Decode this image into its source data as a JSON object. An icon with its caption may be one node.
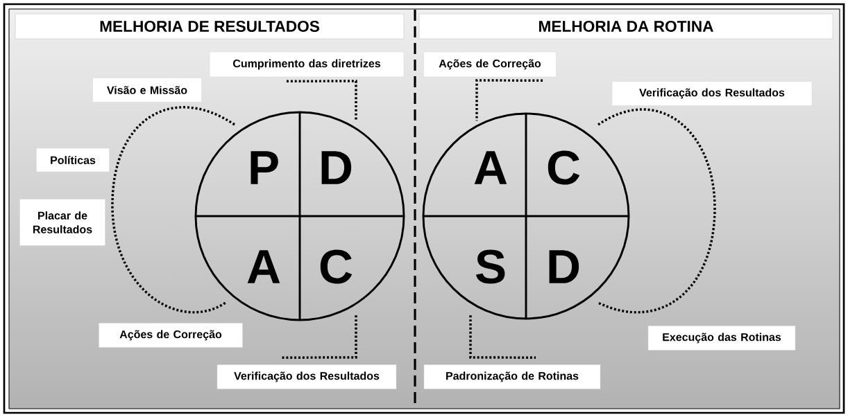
{
  "diagram": {
    "nodes": [
      {
        "text": [
          "MELHORIA DE RESULTADOS"
        ]
      },
      {
        "text": [
          "MELHORIA DA ROTINA"
        ]
      },
      {
        "text": [
          "Cumprimento das diretrizes"
        ]
      },
      {
        "text": [
          "Ações de Correção"
        ]
      },
      {
        "text": [
          "Visão e Missão"
        ]
      },
      {
        "text": [
          "Verificação dos Resultados"
        ]
      },
      {
        "text": [],
        "shape": "circle"
      },
      {
        "text": [
          "P"
        ],
        "in": 6
      },
      {
        "text": [
          "D"
        ],
        "in": 6
      },
      {
        "text": [
          "A"
        ],
        "in": 6
      },
      {
        "text": [
          "C"
        ],
        "in": 6
      },
      {
        "text": [],
        "shape": "circle"
      },
      {
        "text": [
          "A"
        ],
        "in": 11
      },
      {
        "text": [
          "C"
        ],
        "in": 11
      },
      {
        "text": [
          "S"
        ],
        "in": 11
      },
      {
        "text": [
          "D"
        ],
        "in": 11
      },
      {
        "text": [
          "Políticas"
        ]
      },
      {
        "text": [
          "Placar de Resultados"
        ]
      },
      {
        "text": [
          "Ações de Correção"
        ]
      },
      {
        "text": [
          "Execução das Rotinas"
        ]
      },
      {
        "text": [
          "Verificação dos Resultados"
        ]
      },
      {
        "text": [
          "Padronização de Rotinas"
        ]
      }
    ],
    "edges": [
      {
        "from": 2,
        "to": 8,
        "arrow": "none",
        "style": "dashed"
      },
      {
        "from": 3,
        "to": 12,
        "arrow": "none",
        "style": "dashed"
      },
      {
        "from": 10,
        "to": 20,
        "arrow": "none",
        "style": "dashed"
      },
      {
        "from": 14,
        "to": 21,
        "arrow": "none",
        "style": "dashed"
      }
    ]
  }
}
